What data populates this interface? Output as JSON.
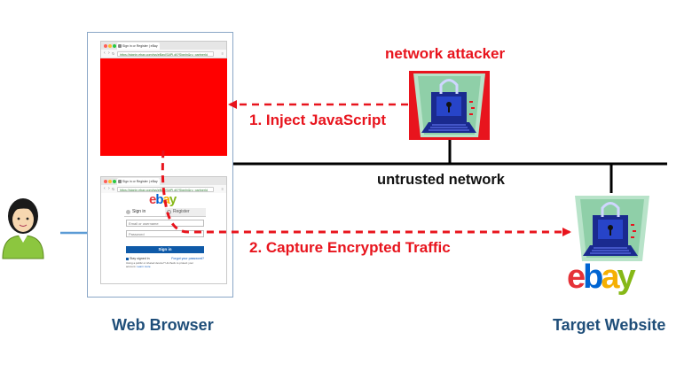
{
  "labels": {
    "network_attacker": "network attacker",
    "inject_js": "1. Inject JavaScript",
    "untrusted_network": "untrusted network",
    "capture_traffic": "2. Capture Encrypted Traffic",
    "web_browser": "Web Browser",
    "target_website": "Target Website"
  },
  "browser_top": {
    "tab_title": "Sign in or Register | eBay",
    "url": "https://signin.ebay.com/ws/eBayISAPI.dll?SignIn&ru_partnerId"
  },
  "browser_bottom": {
    "tab_title": "Sign in or Register | eBay",
    "url": "https://signin.ebay.com/ws/eBayISAPI.dll?SignIn&ru_partnerId",
    "logo": "ebay",
    "signin_tab": "Sign in",
    "register_tab": "Register",
    "email_placeholder": "Email or username",
    "password_placeholder": "Password",
    "signin_button": "Sign in",
    "stay_signed_in": "Stay signed in",
    "forgot_password": "Forgot your password?",
    "help_text": "Using a public or shared device? Uncheck to protect your account.",
    "learn_more": "Learn more"
  },
  "target_logo": "ebay",
  "colors": {
    "attack_red": "#e8141d",
    "injected_red": "#ff0000",
    "label_blue": "#1f4e79",
    "browser_border": "#8aa7c7",
    "network_line": "#000000",
    "user_link": "#5b9bd5",
    "ebay_e": "#e53238",
    "ebay_b": "#0064d2",
    "ebay_a": "#f5af02",
    "ebay_y": "#86b817"
  }
}
